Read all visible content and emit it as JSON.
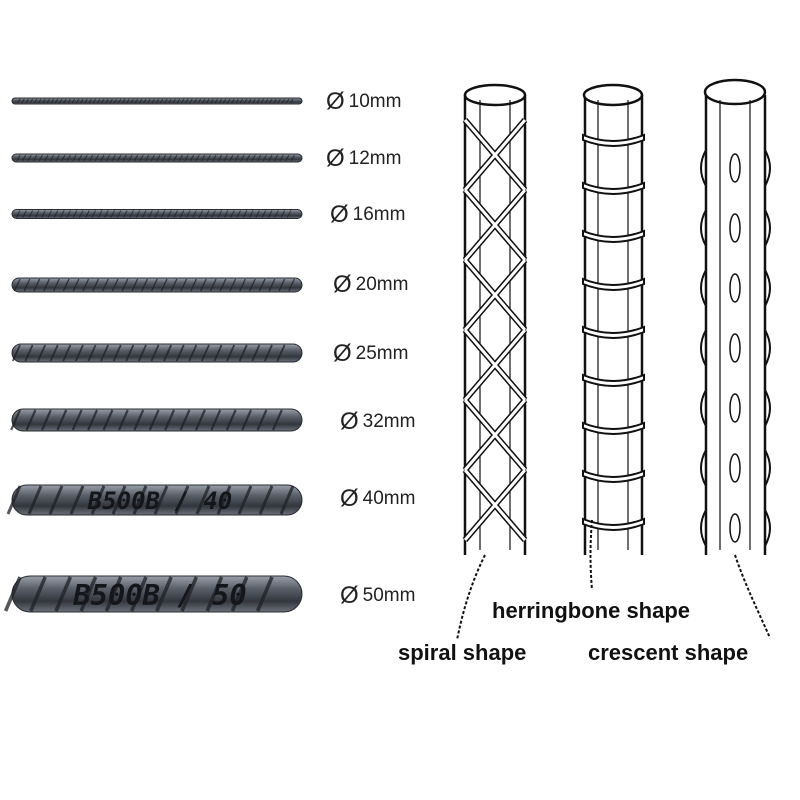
{
  "rebars": [
    {
      "diameter": "10mm",
      "stamp": ""
    },
    {
      "diameter": "12mm",
      "stamp": ""
    },
    {
      "diameter": "16mm",
      "stamp": ""
    },
    {
      "diameter": "20mm",
      "stamp": ""
    },
    {
      "diameter": "25mm",
      "stamp": ""
    },
    {
      "diameter": "32mm",
      "stamp": ""
    },
    {
      "diameter": "40mm",
      "stamp": "B500B / 40"
    },
    {
      "diameter": "50mm",
      "stamp": "B500B / 50"
    }
  ],
  "diameter_symbol": "Ø",
  "shapes": {
    "spiral": "spiral shape",
    "herringbone": "herringbone shape",
    "crescent": "crescent shape"
  },
  "colors": {
    "steel_dark": "#3a3d44",
    "steel_light": "#8a8f99",
    "ink": "#111111"
  }
}
